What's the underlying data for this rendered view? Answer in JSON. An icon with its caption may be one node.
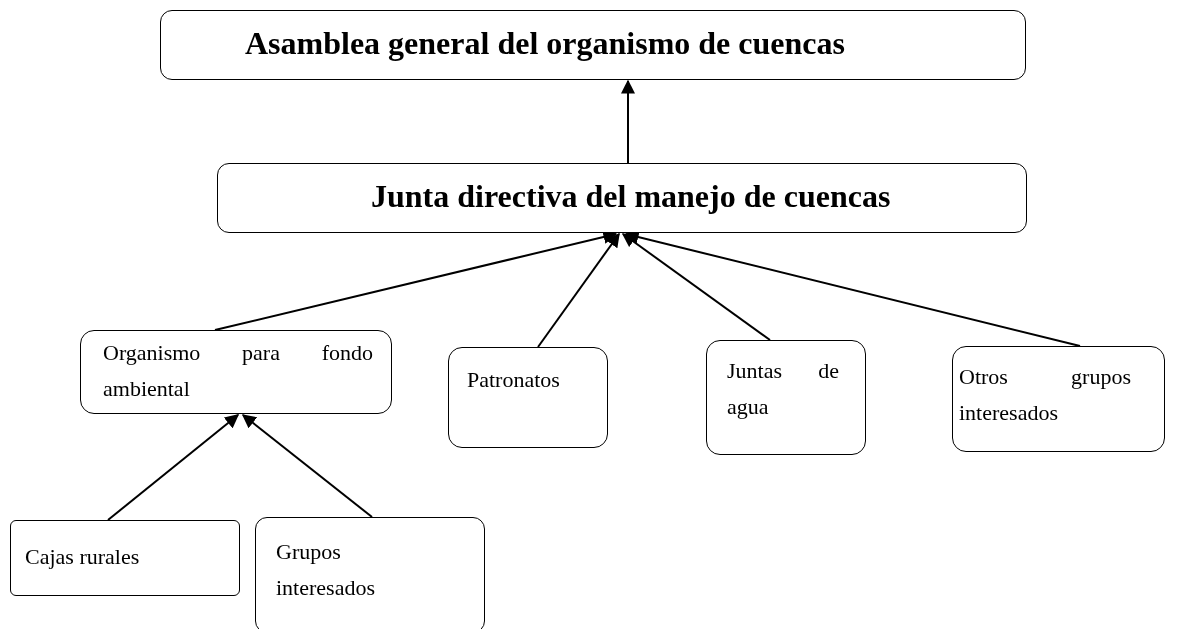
{
  "diagram": {
    "nodes": [
      {
        "text": [
          "Asamblea general del organismo de cuencas"
        ]
      },
      {
        "text": [
          "Junta directiva del manejo de cuencas"
        ]
      },
      {
        "text": [
          "Organismo para fondo ambiental"
        ]
      },
      {
        "text": [
          "Patronatos"
        ]
      },
      {
        "text": [
          "Juntas de agua"
        ]
      },
      {
        "text": [
          "Otros grupos interesados"
        ]
      },
      {
        "text": [
          "Cajas rurales"
        ]
      },
      {
        "text": [
          "Grupos interesados"
        ]
      }
    ],
    "edges": [
      {
        "from": 1,
        "to": 0,
        "arrow": "to"
      },
      {
        "from": 2,
        "to": 1,
        "arrow": "to"
      },
      {
        "from": 3,
        "to": 1,
        "arrow": "to"
      },
      {
        "from": 4,
        "to": 1,
        "arrow": "to"
      },
      {
        "from": 5,
        "to": 1,
        "arrow": "to"
      },
      {
        "from": 6,
        "to": 2,
        "arrow": "to"
      },
      {
        "from": 7,
        "to": 2,
        "arrow": "to"
      }
    ]
  }
}
